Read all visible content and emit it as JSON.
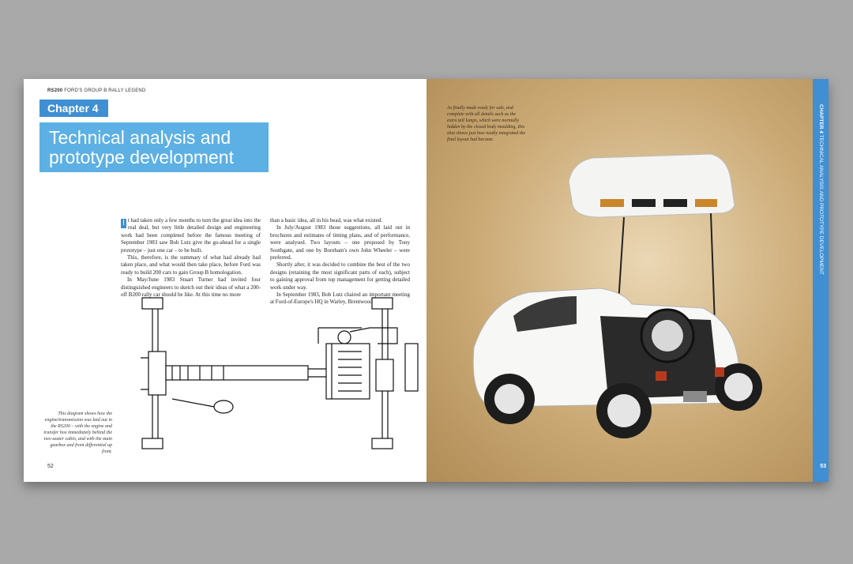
{
  "left_page": {
    "running_head_bold": "RS200",
    "running_head_rest": "FORD'S GROUP B RALLY LEGEND",
    "chapter_label": "Chapter 4",
    "title_line1": "Technical analysis and",
    "title_line2": "prototype development",
    "dropcap": "I",
    "col1": [
      "t had taken only a few months to turn the great idea into the real deal, but very little detailed design and engineering work had been completed before the famous meeting of September 1983 saw Bob Lutz give the go-ahead for a single prototype – just one car – to be built.",
      "This, therefore, is the summary of what had already had taken place, and what would then take place, before Ford was ready to build 200 cars to gain Group B homologation.",
      "In May/June 1983 Stuart Turner had invited four distinguished engineers to sketch out their ideas of what a 200-off B200 rally car should be like. At this time no more"
    ],
    "col2": [
      "than a basic idea, all in his head, was what existed.",
      "In July/August 1983 those suggestions, all laid out in brochures and estimates of timing plans, and of performance, were analysed. Two layouts – one proposed by Tony Southgate, and one by Boreham's own John Wheeler – were preferred.",
      "Shortly after, it was decided to combine the best of the two designs (retaining the most significant parts of each), subject to gaining approval from top management for getting detailed work under way.",
      "In September 1983, Bob Lutz chaired an important meeting at Ford-of-Europe's HQ in Warley, Brentwood,"
    ],
    "caption": "This diagram shows how the engine/transmission was laid out in the RS200 – with the engine and transfer box immediately behind the two-seater cabin, and with the main gearbox and front differential up front.",
    "folio": "52"
  },
  "right_page": {
    "caption": "As finally made ready for sale, and complete with all details such as the extra tail lamps, which were normally hidden by the closed body moulding, this shot shows just how neatly integrated the final layout had become.",
    "sidebar_bold": "CHAPTER 4",
    "sidebar_rest": "TECHNICAL ANALYSIS AND PROTOTYPE DEVELOPMENT",
    "folio": "53",
    "colors": {
      "accent": "#3f8fd2",
      "title_bg": "#5cb0e4",
      "backdrop": "#cbaa76"
    }
  }
}
